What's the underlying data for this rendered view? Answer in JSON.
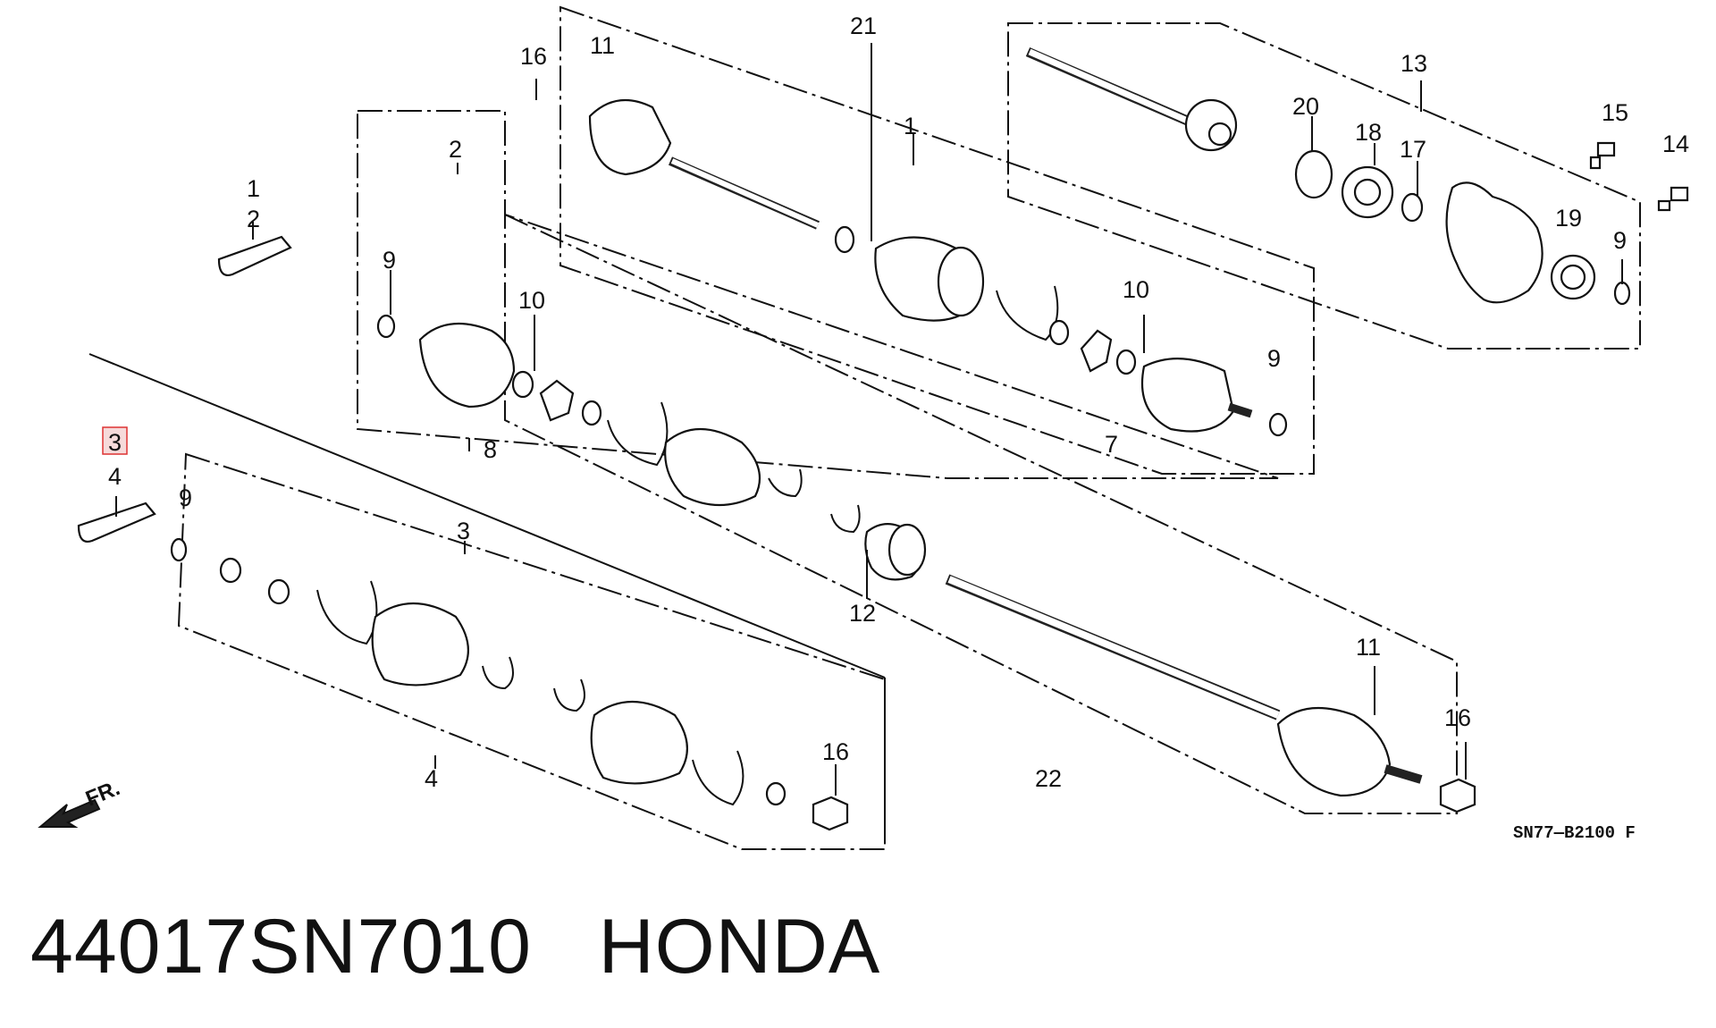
{
  "diagram": {
    "drawing_code": "SN77—B2100 F",
    "direction_label": "FR.",
    "highlighted_callout": "3",
    "callouts": [
      {
        "id": "c-1a",
        "text": "1"
      },
      {
        "id": "c-2a",
        "text": "2"
      },
      {
        "id": "c-3a",
        "text": "3"
      },
      {
        "id": "c-4a",
        "text": "4"
      },
      {
        "id": "c-16a",
        "text": "16"
      },
      {
        "id": "c-11a",
        "text": "11"
      },
      {
        "id": "c-21",
        "text": "21"
      },
      {
        "id": "c-1b",
        "text": "1"
      },
      {
        "id": "c-2b",
        "text": "2"
      },
      {
        "id": "c-13",
        "text": "13"
      },
      {
        "id": "c-20",
        "text": "20"
      },
      {
        "id": "c-18",
        "text": "18"
      },
      {
        "id": "c-17",
        "text": "17"
      },
      {
        "id": "c-15",
        "text": "15"
      },
      {
        "id": "c-14",
        "text": "14"
      },
      {
        "id": "c-19",
        "text": "19"
      },
      {
        "id": "c-9a",
        "text": "9"
      },
      {
        "id": "c-9b",
        "text": "9"
      },
      {
        "id": "c-10a",
        "text": "10"
      },
      {
        "id": "c-10b",
        "text": "10"
      },
      {
        "id": "c-9c",
        "text": "9"
      },
      {
        "id": "c-8",
        "text": "8"
      },
      {
        "id": "c-7",
        "text": "7"
      },
      {
        "id": "c-9d",
        "text": "9"
      },
      {
        "id": "c-3b",
        "text": "3"
      },
      {
        "id": "c-12",
        "text": "12"
      },
      {
        "id": "c-11b",
        "text": "11"
      },
      {
        "id": "c-16b",
        "text": "16"
      },
      {
        "id": "c-16c",
        "text": "16"
      },
      {
        "id": "c-4b",
        "text": "4"
      },
      {
        "id": "c-22",
        "text": "22"
      }
    ]
  },
  "title": {
    "part_number": "44017SN7010",
    "brand": "HONDA"
  }
}
